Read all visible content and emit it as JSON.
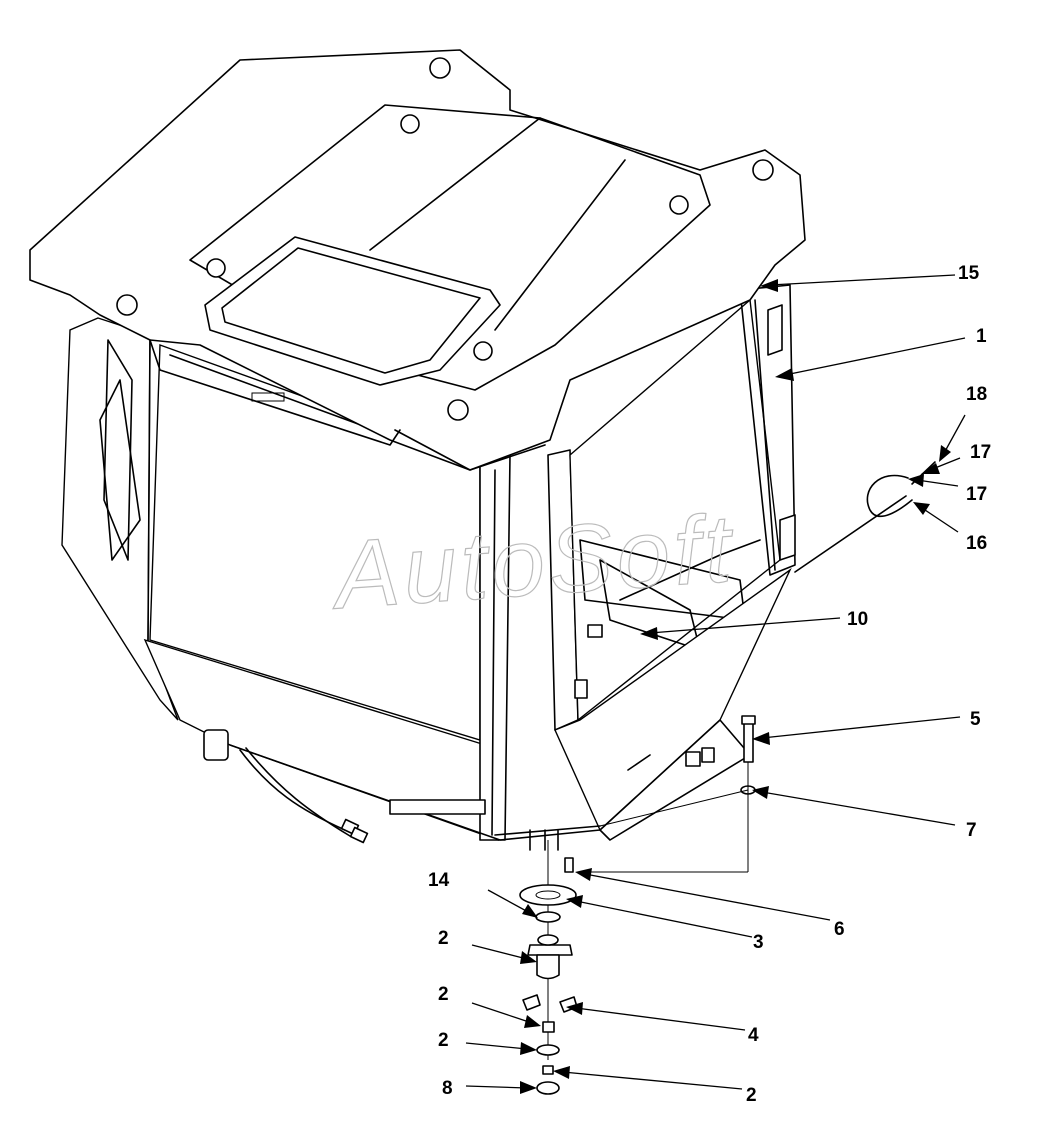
{
  "watermark": "AutoSoft",
  "callouts": [
    {
      "id": "c15",
      "label": "15"
    },
    {
      "id": "c1",
      "label": "1"
    },
    {
      "id": "c18",
      "label": "18"
    },
    {
      "id": "c17a",
      "label": "17"
    },
    {
      "id": "c17b",
      "label": "17"
    },
    {
      "id": "c16",
      "label": "16"
    },
    {
      "id": "c10",
      "label": "10"
    },
    {
      "id": "c5",
      "label": "5"
    },
    {
      "id": "c7",
      "label": "7"
    },
    {
      "id": "c6",
      "label": "6"
    },
    {
      "id": "c14",
      "label": "14"
    },
    {
      "id": "c3",
      "label": "3"
    },
    {
      "id": "c2a",
      "label": "2"
    },
    {
      "id": "c2b",
      "label": "2"
    },
    {
      "id": "c4",
      "label": "4"
    },
    {
      "id": "c2c",
      "label": "2"
    },
    {
      "id": "c2d",
      "label": "2"
    },
    {
      "id": "c8",
      "label": "8"
    }
  ]
}
